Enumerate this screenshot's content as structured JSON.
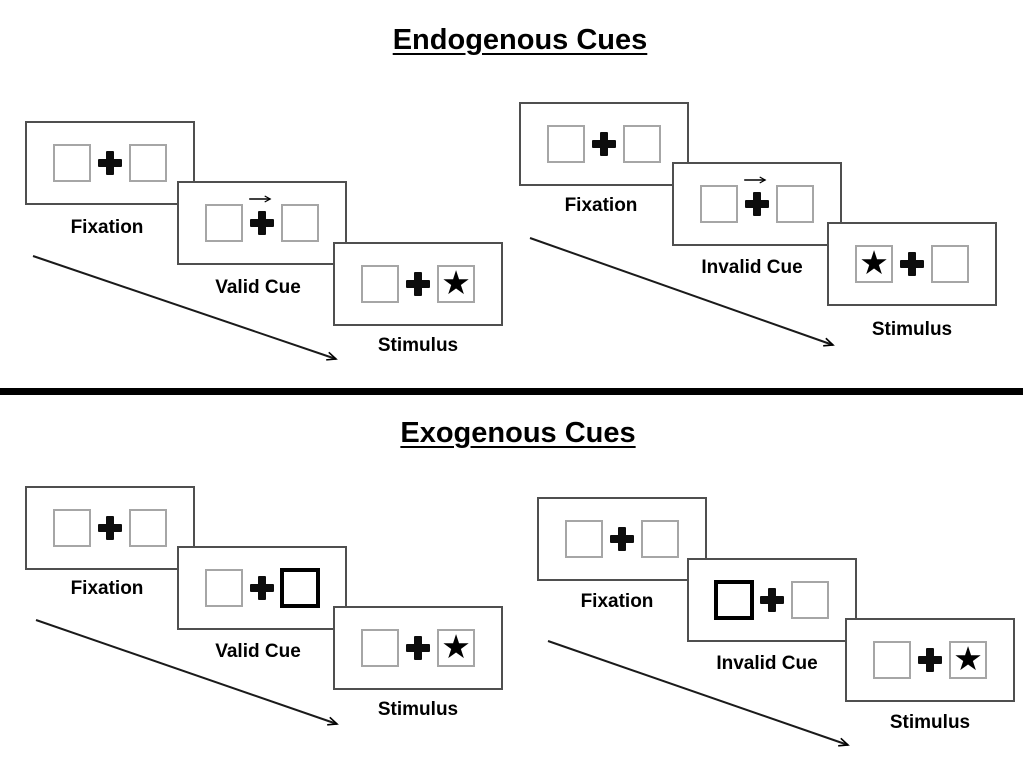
{
  "diagram": {
    "name": "attention-cueing-paradigm",
    "description_visible": false
  },
  "sections": [
    {
      "title": "Endogenous Cues",
      "cue_type": "central-arrow",
      "sequences": [
        {
          "condition": "valid",
          "cue_direction": "right",
          "stimulus_side": "right",
          "panels": [
            {
              "label": "Fixation"
            },
            {
              "label": "Valid Cue"
            },
            {
              "label": "Stimulus"
            }
          ]
        },
        {
          "condition": "invalid",
          "cue_direction": "right",
          "stimulus_side": "left",
          "panels": [
            {
              "label": "Fixation"
            },
            {
              "label": "Invalid Cue"
            },
            {
              "label": "Stimulus"
            }
          ]
        }
      ]
    },
    {
      "title": "Exogenous Cues",
      "cue_type": "peripheral-box-highlight",
      "sequences": [
        {
          "condition": "valid",
          "cue_side": "right",
          "stimulus_side": "right",
          "panels": [
            {
              "label": "Fixation"
            },
            {
              "label": "Valid Cue"
            },
            {
              "label": "Stimulus"
            }
          ]
        },
        {
          "condition": "invalid",
          "cue_side": "left",
          "stimulus_side": "right",
          "panels": [
            {
              "label": "Fixation"
            },
            {
              "label": "Invalid Cue"
            },
            {
              "label": "Stimulus"
            }
          ]
        }
      ]
    }
  ],
  "glyphs": {
    "star": "★"
  },
  "colors": {
    "background": "#ffffff",
    "panel_border": "#4f4f4f",
    "placeholder_square_border": "#a6a6a6",
    "cue_highlight_border": "#000000",
    "ink": "#000000"
  }
}
